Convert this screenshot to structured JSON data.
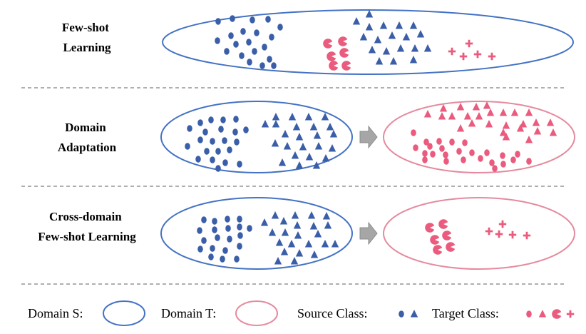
{
  "rows": [
    {
      "label_lines": [
        "Few-shot",
        "Learning"
      ]
    },
    {
      "label_lines": [
        "Domain",
        "Adaptation"
      ]
    },
    {
      "label_lines": [
        "Cross-domain",
        "Few-shot Learning"
      ]
    }
  ],
  "legend": {
    "domain_s": "Domain S:",
    "domain_t": "Domain T:",
    "source_class": "Source Class:",
    "target_class": "Target Class:"
  },
  "colors": {
    "source": "#4472c4",
    "source_shape": "#3a5ea8",
    "target_outline": "#e58a9e",
    "target_shape": "#ea5b7d",
    "divider": "#7f7f7f",
    "arrow": "#a6a6a6"
  },
  "icons": [
    "circle-marker-icon",
    "triangle-marker-icon",
    "pacman-marker-icon",
    "cross-marker-icon",
    "right-arrow-icon"
  ]
}
